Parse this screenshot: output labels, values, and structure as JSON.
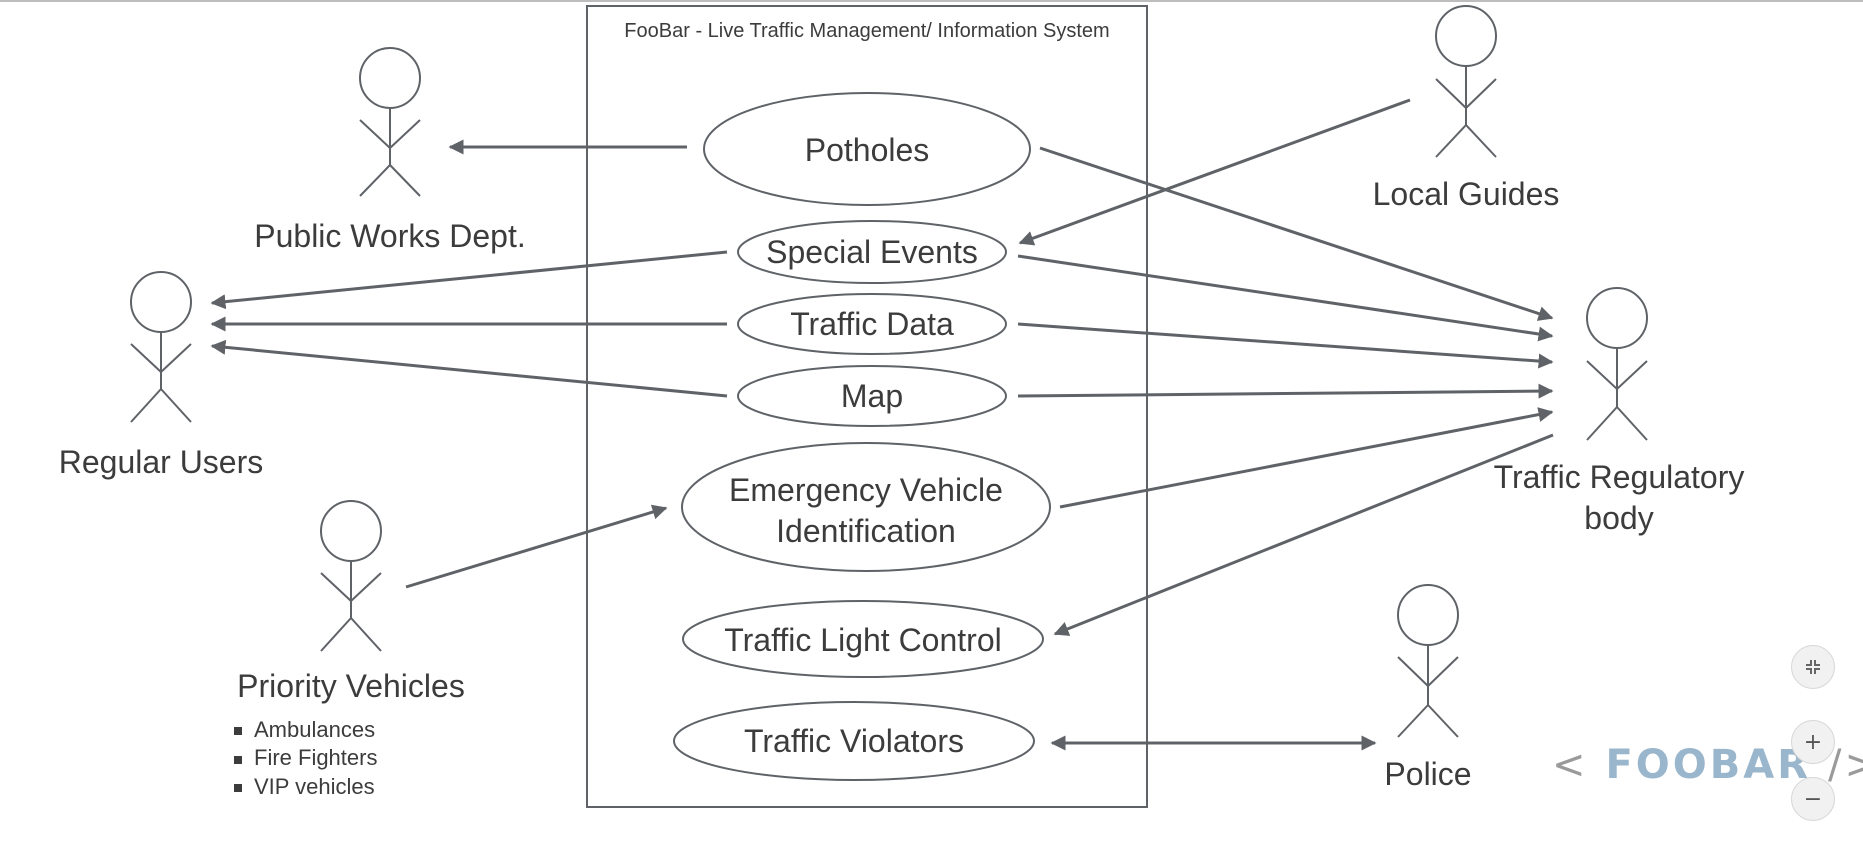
{
  "system": {
    "title": "FooBar - Live Traffic Management/ Information System"
  },
  "use_cases": {
    "potholes": "Potholes",
    "special_events": "Special Events",
    "traffic_data": "Traffic Data",
    "map": "Map",
    "emergency_line1": "Emergency Vehicle",
    "emergency_line2": "Identification",
    "traffic_light": "Traffic Light Control",
    "traffic_violators": "Traffic Violators"
  },
  "actors": {
    "public_works": "Public Works Dept.",
    "regular_users": "Regular Users",
    "priority_vehicles": "Priority Vehicles",
    "priority_items": [
      "Ambulances",
      "Fire Fighters",
      "VIP vehicles"
    ],
    "local_guides": "Local Guides",
    "regulatory_line1": "Traffic Regulatory",
    "regulatory_line2": "body",
    "police": "Police"
  },
  "logo": {
    "open": "<",
    "text": "FOOBAR",
    "close": "/>"
  },
  "controls": {
    "collapse_icon": "collapse-icon",
    "zoom_in": "+",
    "zoom_out": "−"
  },
  "colors": {
    "line": "#5f6368",
    "logo": "#9ab6cc"
  }
}
